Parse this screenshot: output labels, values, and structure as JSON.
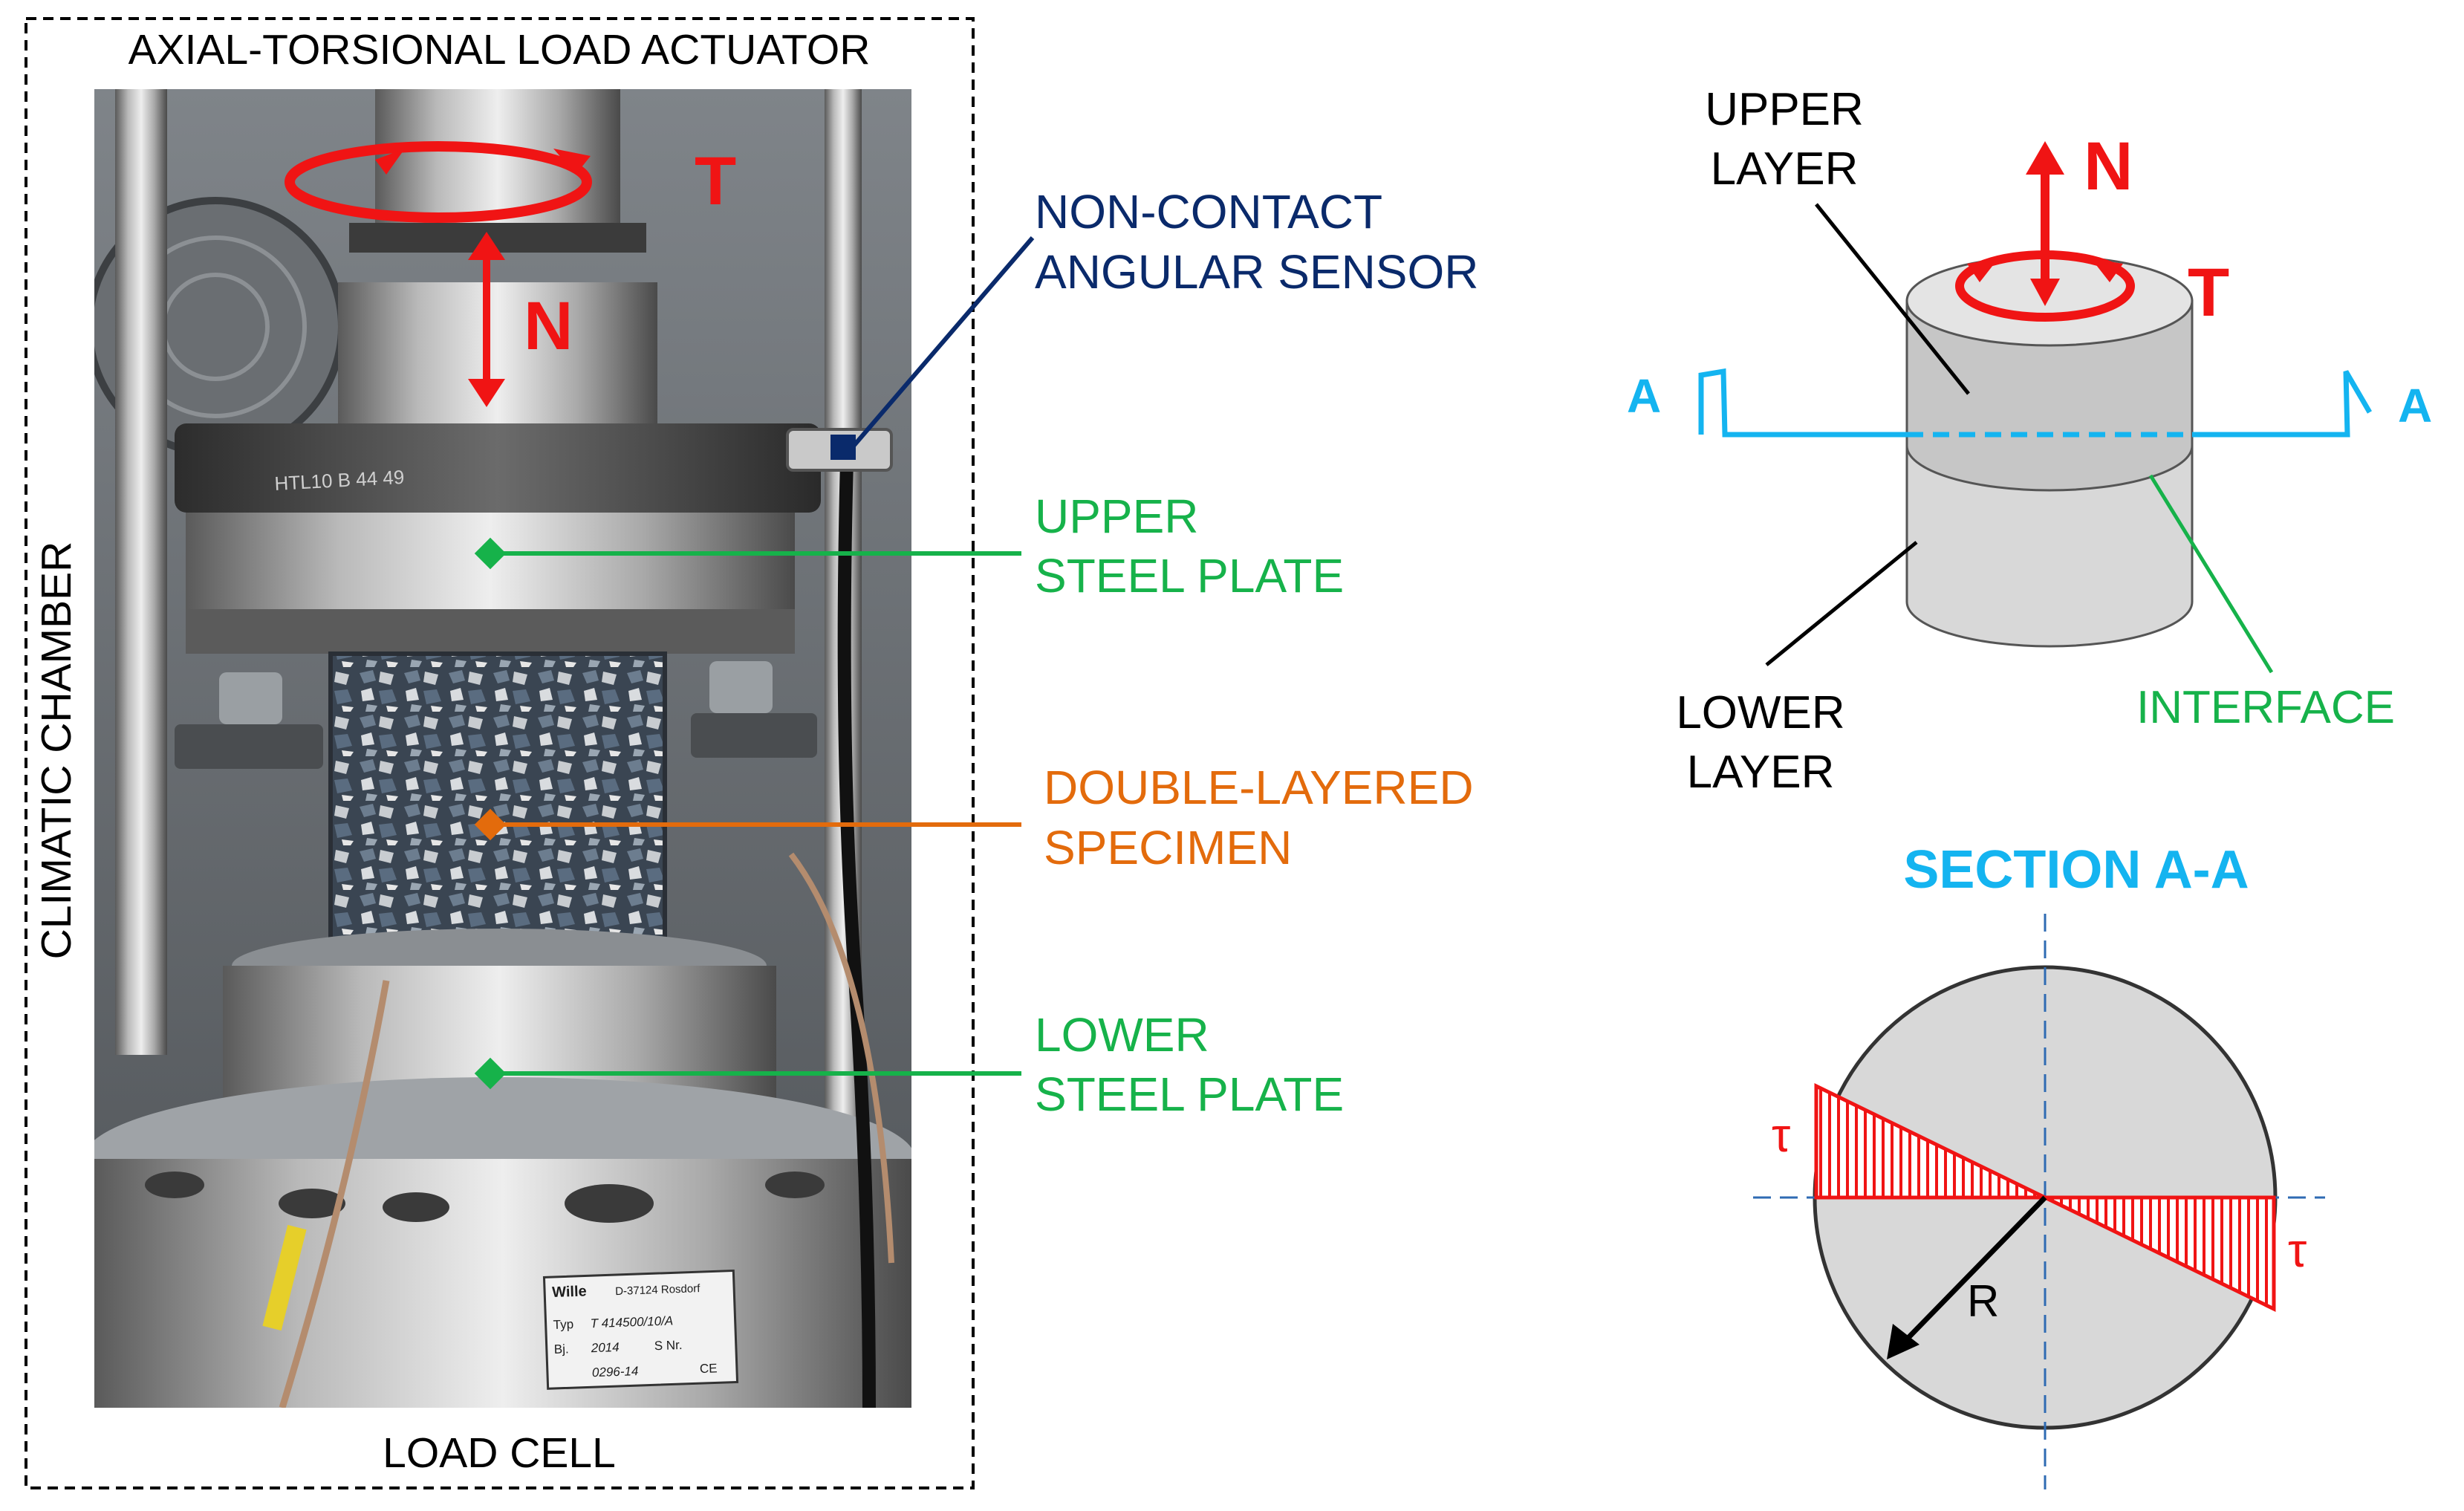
{
  "photo_panel": {
    "top_label": "AXIAL-TORSIONAL LOAD ACTUATOR",
    "bottom_label": "LOAD CELL",
    "side_label": "CLIMATIC CHAMBER",
    "torque_symbol": "T",
    "axial_symbol": "N",
    "machine_marking": "HTL10 B 44 49",
    "nameplate": {
      "brand": "Wille",
      "address": "D-37124 Rosdorf",
      "row1_key": "Typ",
      "row1_val": "T 414500/10/A",
      "row2_key": "Bj.",
      "row2_val": "2014",
      "row2_key2": "S Nr.",
      "row3_val": "0296-14",
      "mark": "CE"
    }
  },
  "callouts": {
    "sensor": {
      "line1": "NON-CONTACT",
      "line2": "ANGULAR SENSOR",
      "color": "#0a2a6b"
    },
    "upper_plate": {
      "line1": "UPPER",
      "line2": "STEEL PLATE",
      "color": "#16b24a"
    },
    "specimen": {
      "line1": "DOUBLE-LAYERED",
      "line2": "SPECIMEN",
      "color": "#e36b0c"
    },
    "lower_plate": {
      "line1": "LOWER",
      "line2": "STEEL PLATE",
      "color": "#16b24a"
    }
  },
  "schematic": {
    "upper_layer_line1": "UPPER",
    "upper_layer_line2": "LAYER",
    "lower_layer_line1": "LOWER",
    "lower_layer_line2": "LAYER",
    "interface_label": "INTERFACE",
    "axial_symbol": "N",
    "torque_symbol": "T",
    "section_mark": "A",
    "section_title": "SECTION A-A",
    "tau_left": "τ",
    "tau_right": "τ",
    "radius_label": "R",
    "colors": {
      "force": "#f01414",
      "section": "#14b4f0",
      "interface": "#16b24a",
      "cylinder": "#d8d8d8"
    }
  }
}
